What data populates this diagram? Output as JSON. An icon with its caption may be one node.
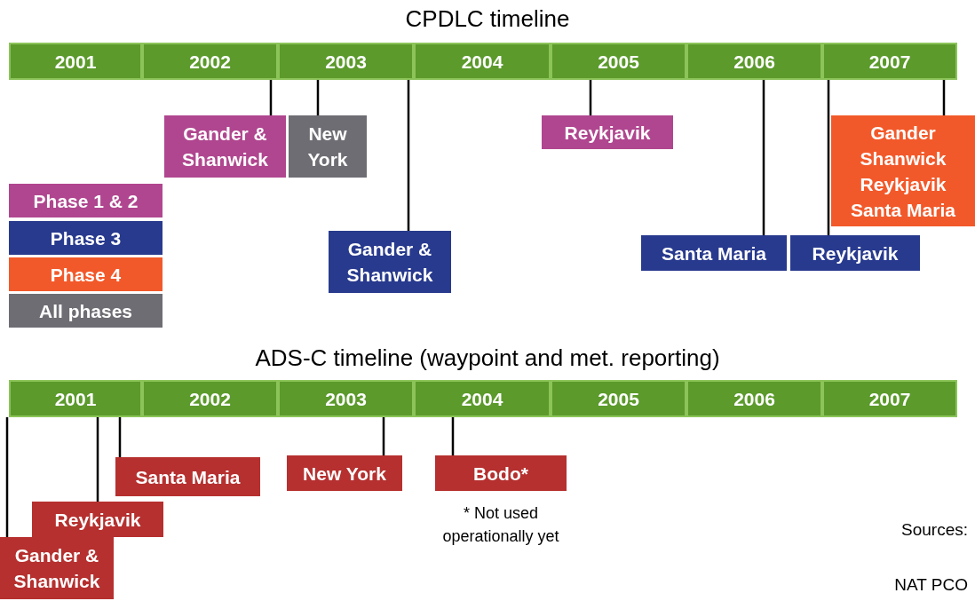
{
  "diagram": {
    "title": "CPDLC timeline",
    "nodes": [
      {
        "text": [
          "2001"
        ]
      },
      {
        "text": [
          "2002"
        ]
      },
      {
        "text": [
          "2003"
        ]
      },
      {
        "text": [
          "2004"
        ]
      },
      {
        "text": [
          "2005"
        ]
      },
      {
        "text": [
          "2006"
        ]
      },
      {
        "text": [
          "2007"
        ]
      },
      {
        "text": [
          "Gander & Shanwick"
        ]
      },
      {
        "text": [
          "New York"
        ]
      },
      {
        "text": [
          "Gander & Shanwick"
        ]
      },
      {
        "text": [
          "Reykjavik"
        ]
      },
      {
        "text": [
          "Santa Maria"
        ]
      },
      {
        "text": [
          "Reykjavik"
        ]
      },
      {
        "text": [
          "Gander",
          "Shanwick",
          "Reykjavik",
          "Santa Maria"
        ]
      },
      {
        "text": [
          "2001"
        ]
      },
      {
        "text": [
          "2002"
        ]
      },
      {
        "text": [
          "2003"
        ]
      },
      {
        "text": [
          "2004"
        ]
      },
      {
        "text": [
          "2005"
        ]
      },
      {
        "text": [
          "2006"
        ]
      },
      {
        "text": [
          "2007"
        ]
      },
      {
        "text": [
          "Santa Maria"
        ]
      },
      {
        "text": [
          "New York"
        ]
      },
      {
        "text": [
          "Bodo*"
        ],
        "beside": [
          "* Not used operationally yet"
        ]
      },
      {
        "text": [
          "Reykjavik"
        ]
      },
      {
        "text": [
          "Gander & Shanwick"
        ]
      }
    ],
    "edges": [
      {
        "from": 1,
        "to": 7,
        "arrow": "none"
      },
      {
        "from": 2,
        "to": 8,
        "arrow": "none"
      },
      {
        "from": 2,
        "to": 9,
        "arrow": "none"
      },
      {
        "from": 4,
        "to": 10,
        "arrow": "none"
      },
      {
        "from": 5,
        "to": 11,
        "arrow": "none"
      },
      {
        "from": 6,
        "to": 12,
        "arrow": "none"
      },
      {
        "from": 6,
        "to": 13,
        "arrow": "none"
      },
      {
        "from": 14,
        "to": 21,
        "arrow": "none"
      },
      {
        "from": 16,
        "to": 22,
        "arrow": "none"
      },
      {
        "from": 17,
        "to": 23,
        "arrow": "none"
      },
      {
        "from": 14,
        "to": 24,
        "arrow": "none"
      },
      {
        "from": 14,
        "to": 25,
        "arrow": "none"
      }
    ],
    "labels": [
      "ADS-C timeline (waypoint and met. reporting)",
      "Sources:",
      "NAT PCO"
    ],
    "legend": [
      {
        "text": "Phase 1 & 2",
        "color": "#b0468f"
      },
      {
        "text": "Phase 3",
        "color": "#283a8e"
      },
      {
        "text": "Phase 4",
        "color": "#f2592a"
      },
      {
        "text": "All phases",
        "color": "#6d6d73"
      }
    ]
  }
}
